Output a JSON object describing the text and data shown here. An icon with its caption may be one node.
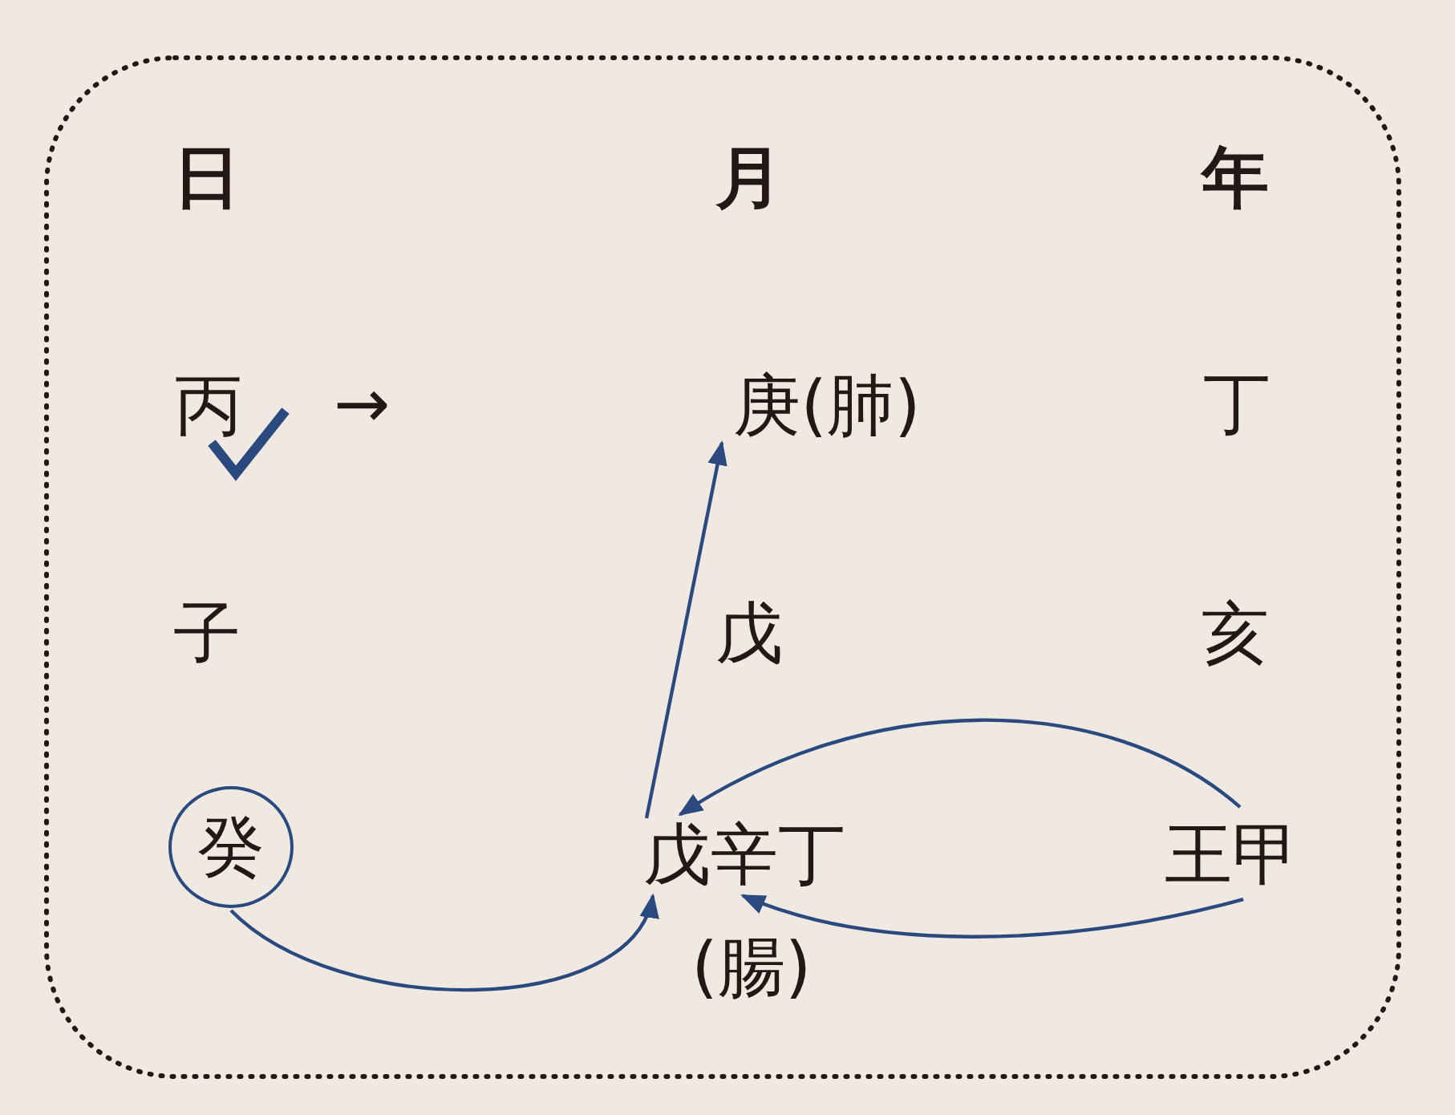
{
  "diagram": {
    "nodes": [
      {
        "text": [
          "丙"
        ]
      },
      {
        "text": [
          "庚(肺)"
        ]
      },
      {
        "text": [
          "癸"
        ]
      },
      {
        "text": [
          "戊辛丁"
        ],
        "beside": [
          "(腸)"
        ]
      },
      {
        "text": [
          "王甲"
        ]
      }
    ],
    "edges": [
      {
        "from": 3,
        "to": 1,
        "arrow": "to"
      },
      {
        "from": 4,
        "to": 3,
        "arrow": "to"
      },
      {
        "from": 4,
        "to": 3,
        "arrow": "to"
      },
      {
        "from": 2,
        "to": 3,
        "arrow": "to"
      }
    ],
    "labels": [
      "日",
      "月",
      "年",
      "→",
      "丁",
      "子",
      "戊",
      "亥"
    ]
  }
}
